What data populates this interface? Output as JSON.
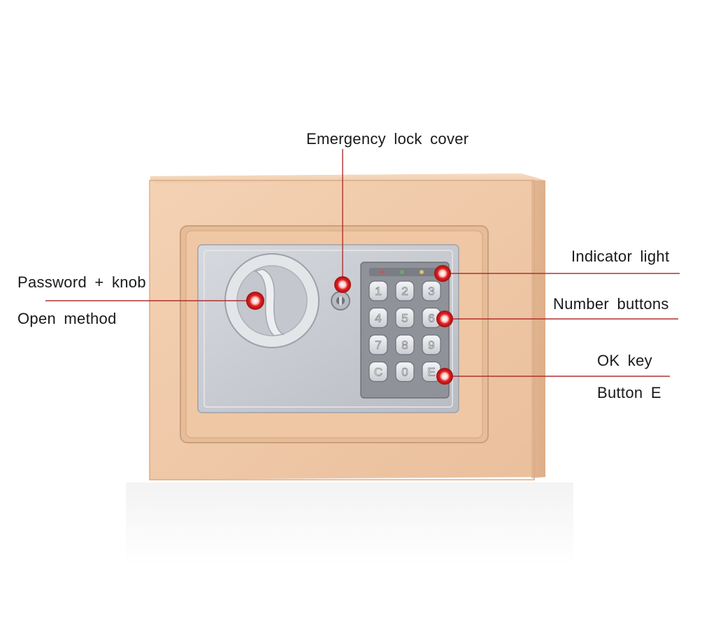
{
  "callouts": {
    "emergency_lock_cover": "Emergency lock cover",
    "password_knob": "Password + knob",
    "open_method": "Open method",
    "indicator_light": "Indicator light",
    "number_buttons": "Number buttons",
    "ok_key": "OK key",
    "button_e": "Button E"
  },
  "keypad": {
    "keys": [
      "1",
      "2",
      "3",
      "4",
      "5",
      "6",
      "7",
      "8",
      "9",
      "C",
      "0",
      "E"
    ]
  },
  "colors": {
    "safe_body": "#f0c9a8",
    "safe_door": "#edc3a0",
    "panel": "#c9ccd2",
    "keypad_bg": "#8f9299",
    "key": "#e4e6ea",
    "callout_line": "#b03030",
    "marker": "#e02020"
  }
}
